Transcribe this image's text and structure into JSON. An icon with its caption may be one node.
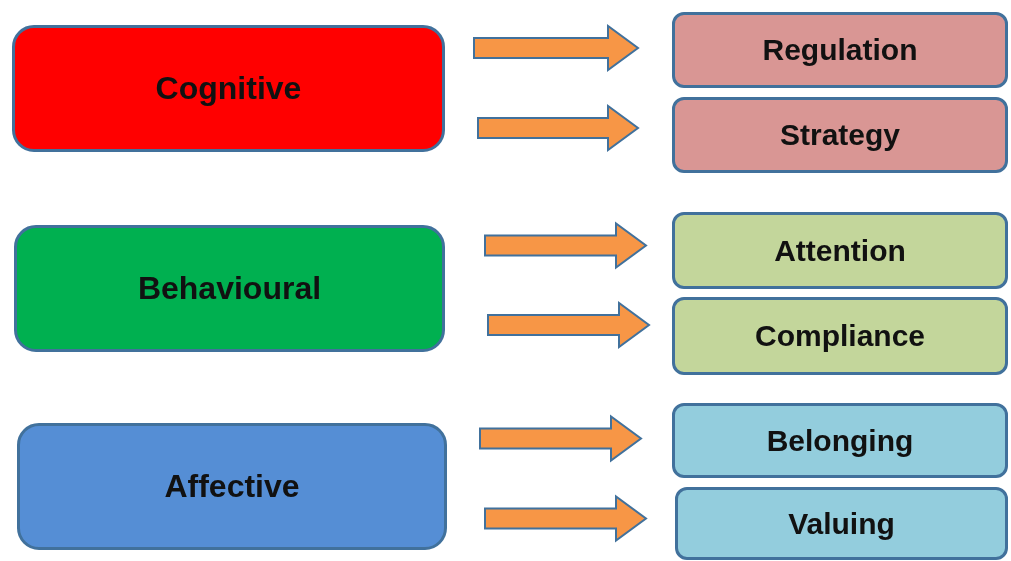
{
  "diagram": {
    "nodes": [
      {
        "text": [
          "Cognitive"
        ]
      },
      {
        "text": [
          "Regulation"
        ]
      },
      {
        "text": [
          "Strategy"
        ]
      },
      {
        "text": [
          "Behavioural"
        ]
      },
      {
        "text": [
          "Attention"
        ]
      },
      {
        "text": [
          "Compliance"
        ]
      },
      {
        "text": [
          "Affective"
        ]
      },
      {
        "text": [
          "Belonging"
        ]
      },
      {
        "text": [
          "Valuing"
        ]
      }
    ],
    "edges": [
      {
        "from": 0,
        "to": 1,
        "arrow": "to"
      },
      {
        "from": 0,
        "to": 2,
        "arrow": "to"
      },
      {
        "from": 3,
        "to": 4,
        "arrow": "to"
      },
      {
        "from": 3,
        "to": 5,
        "arrow": "to"
      },
      {
        "from": 6,
        "to": 7,
        "arrow": "to"
      },
      {
        "from": 6,
        "to": 8,
        "arrow": "to"
      }
    ]
  }
}
